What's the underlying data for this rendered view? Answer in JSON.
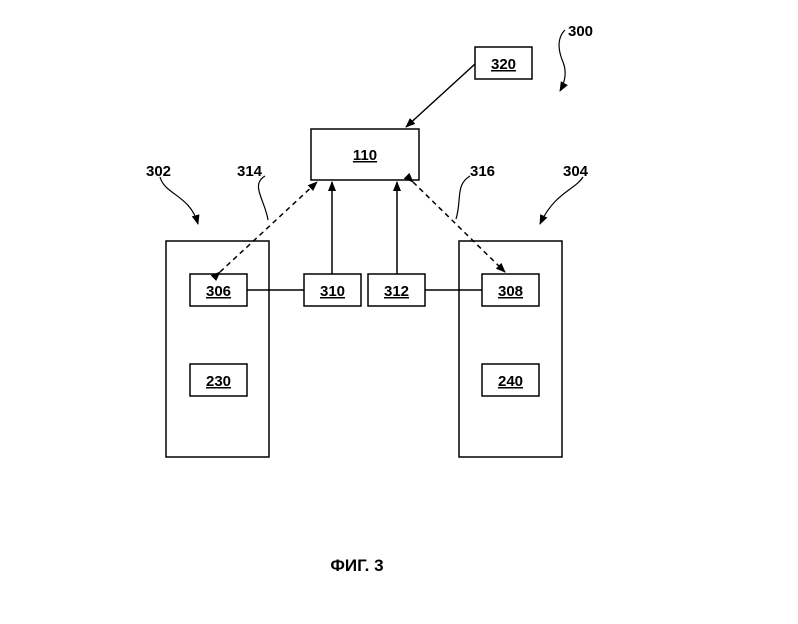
{
  "figure": {
    "number_label": "300",
    "caption": "ФИГ. 3"
  },
  "blocks": {
    "b320": "320",
    "b110": "110",
    "b306": "306",
    "b310": "310",
    "b312": "312",
    "b308": "308",
    "b230": "230",
    "b240": "240"
  },
  "references": {
    "r302": "302",
    "r304": "304",
    "r314": "314",
    "r316": "316"
  }
}
